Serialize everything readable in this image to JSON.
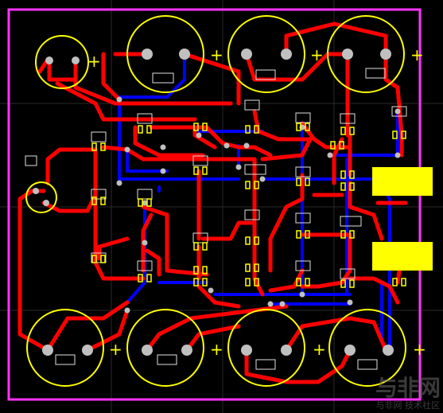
{
  "board": {
    "title": "PCB layout view",
    "colors": {
      "background": "#000000",
      "outline": "#ff33ff",
      "top_copper": "#ff0000",
      "bottom_copper": "#0000ff",
      "silkscreen": "#ffff00",
      "pad": "#c0c0c0",
      "pad_alt": "#ffff00",
      "grid": "#2a2a2a"
    },
    "capacitor_polarity_mark": "+"
  },
  "watermark": {
    "line1": "与非网",
    "line2": "与非网  技术社区"
  }
}
